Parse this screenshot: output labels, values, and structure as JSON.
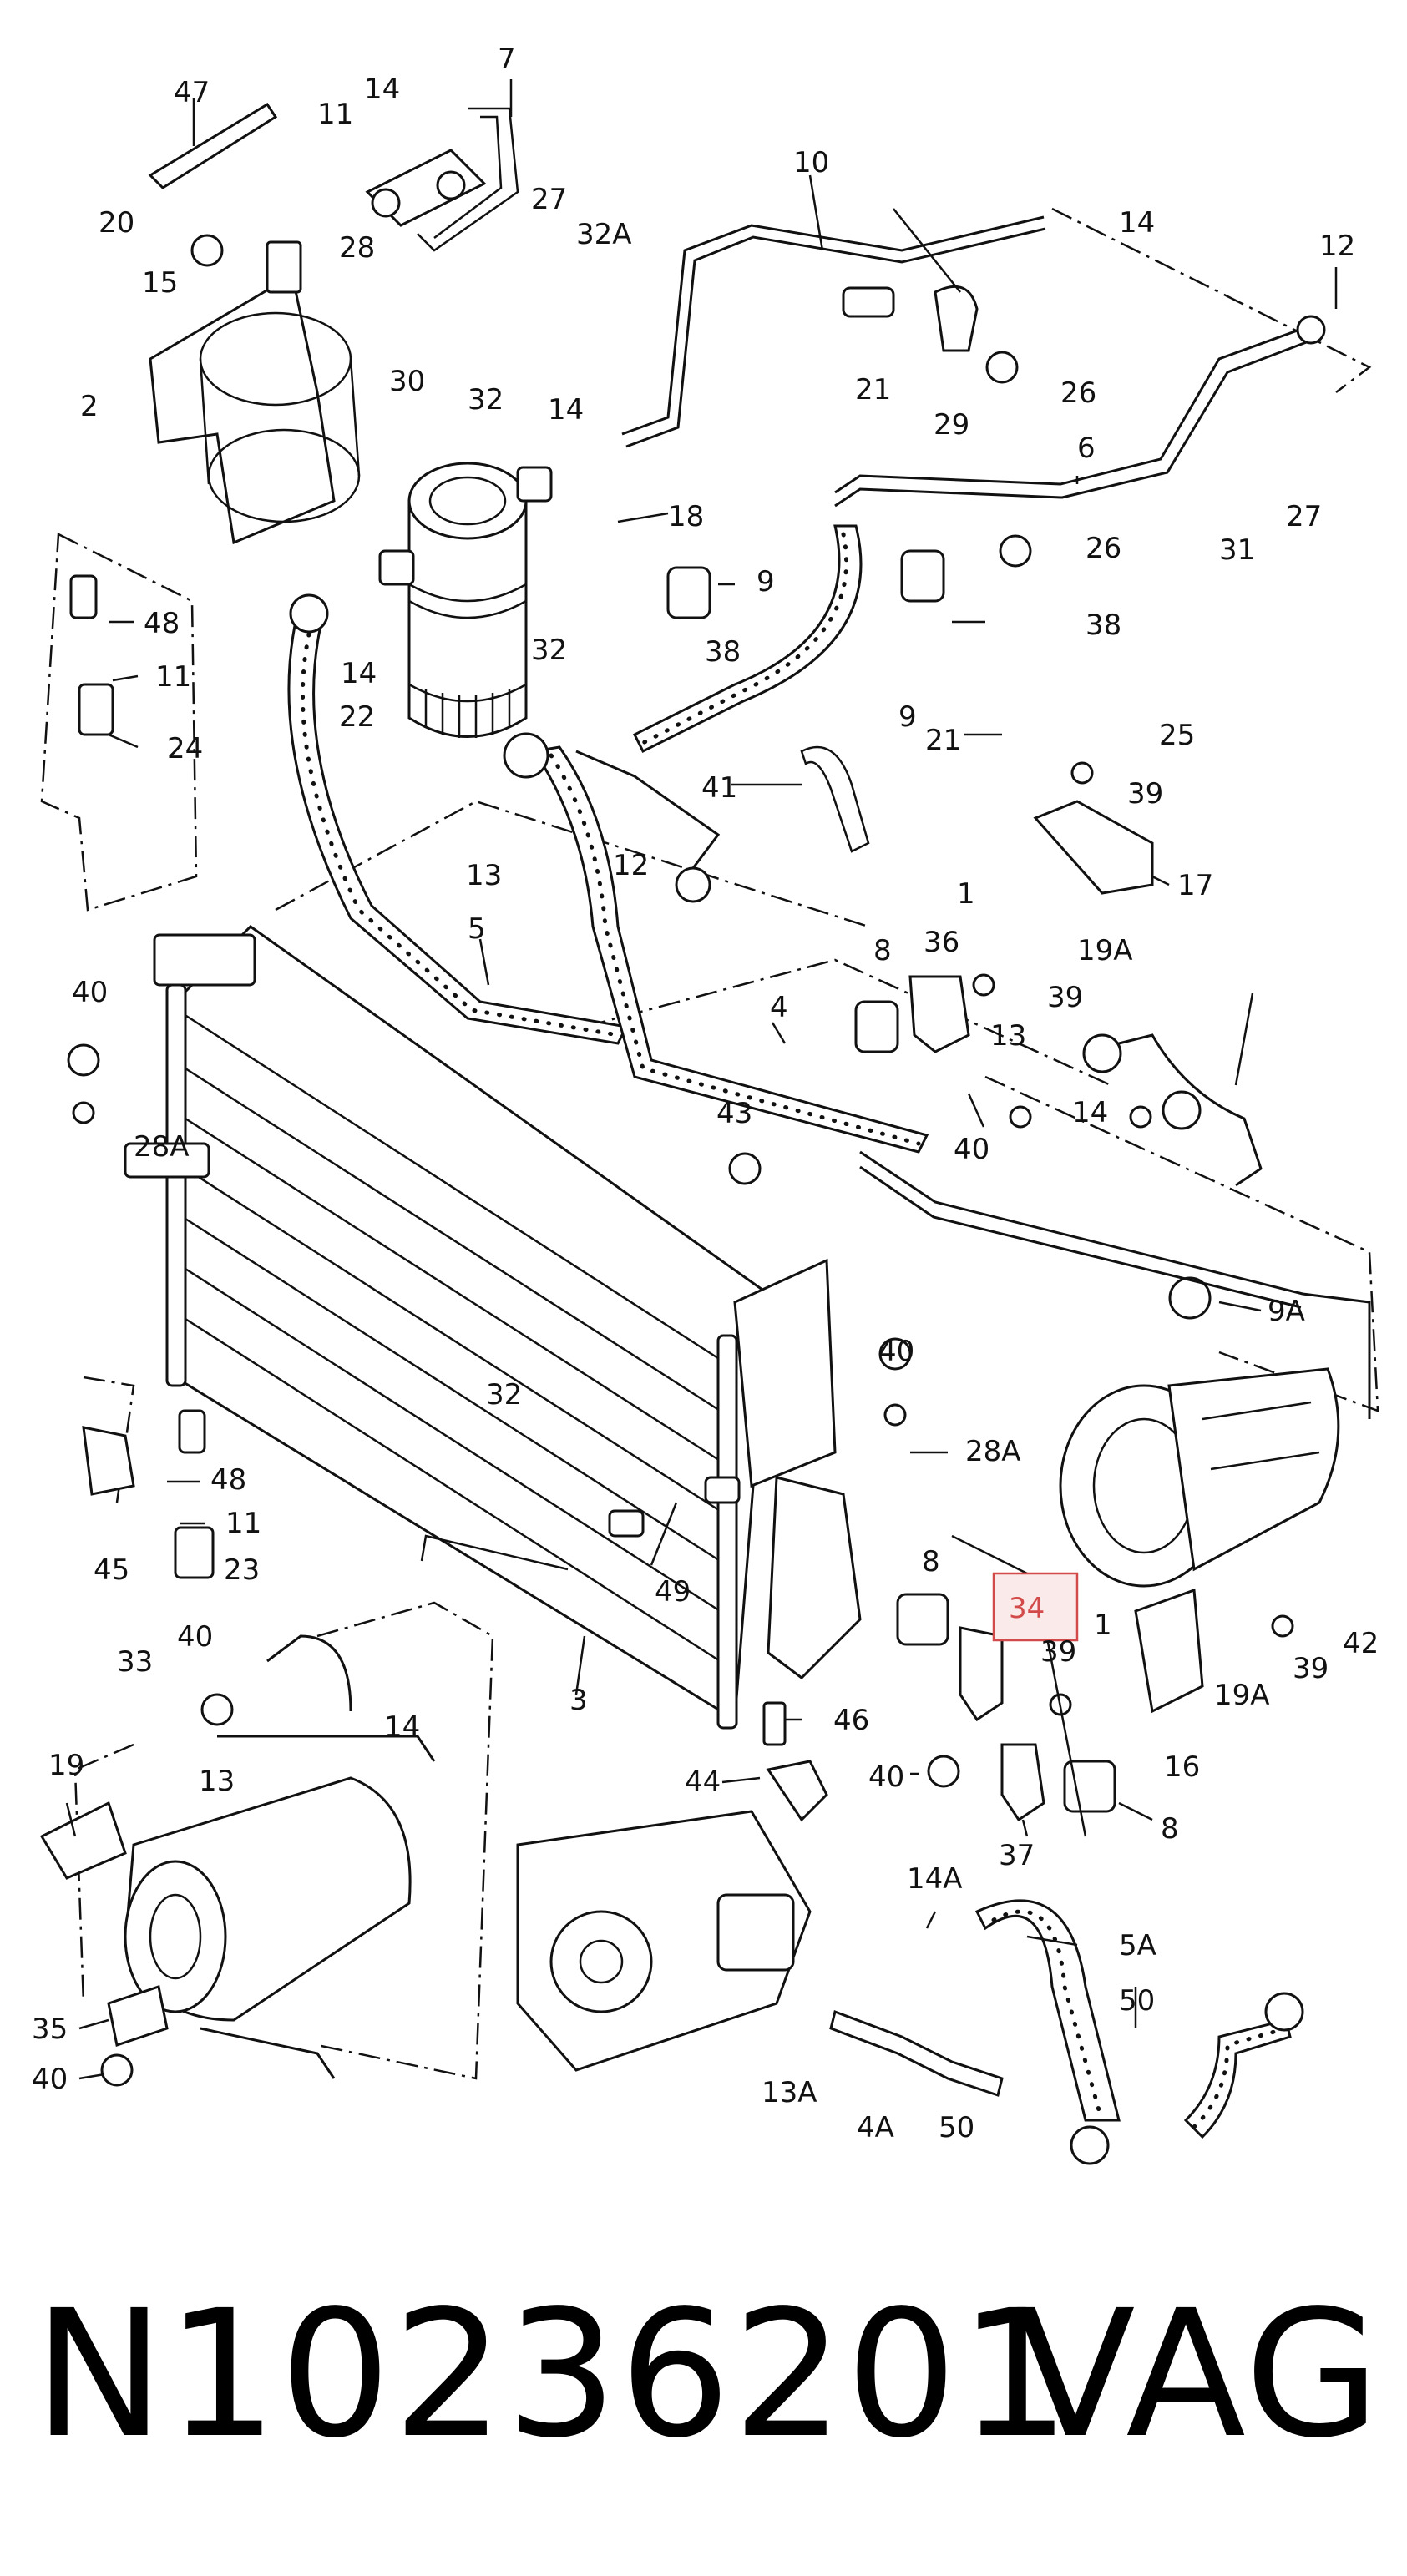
{
  "diagram": {
    "highlighted": "34",
    "highlight_color": "#d24a4a",
    "labels": [
      "47",
      "14",
      "7",
      "11",
      "20",
      "15",
      "28",
      "2",
      "30",
      "27",
      "32A",
      "10",
      "14",
      "12",
      "21",
      "29",
      "26",
      "32",
      "14",
      "6",
      "31",
      "27",
      "18",
      "9",
      "26",
      "38",
      "48",
      "11",
      "24",
      "14",
      "22",
      "32",
      "38",
      "9",
      "21",
      "25",
      "41",
      "39",
      "13",
      "12",
      "17",
      "1",
      "19A",
      "5",
      "8",
      "36",
      "39",
      "4",
      "13",
      "40",
      "14",
      "28A",
      "43",
      "40",
      "9A",
      "32",
      "40",
      "28A",
      "48",
      "11",
      "45",
      "23",
      "49",
      "34",
      "1",
      "8",
      "39",
      "42",
      "19A",
      "39",
      "33",
      "40",
      "14",
      "3",
      "46",
      "16",
      "19",
      "13",
      "44",
      "40",
      "37",
      "8",
      "14A",
      "5A",
      "35",
      "50",
      "40",
      "13A",
      "4A",
      "50"
    ]
  },
  "footer": {
    "part_number": "N10236201",
    "brand": "VAG"
  }
}
